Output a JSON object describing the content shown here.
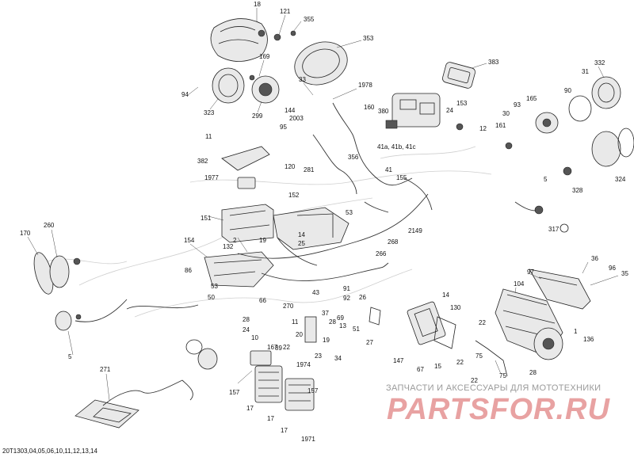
{
  "diagram": {
    "reference_code": "20T1303,04,05,06,10,11,12,13,14",
    "callouts": [
      "18",
      "121",
      "355",
      "353",
      "169",
      "383",
      "332",
      "94",
      "323",
      "299",
      "33",
      "1978",
      "31",
      "144",
      "2003",
      "380",
      "165",
      "90",
      "24",
      "153",
      "30",
      "93",
      "95",
      "160",
      "12",
      "161",
      "11",
      "41a, 41b, 41c",
      "5",
      "281",
      "356",
      "382",
      "120",
      "1977",
      "41",
      "155",
      "152",
      "53",
      "328",
      "324",
      "151",
      "260",
      "170",
      "2",
      "19",
      "14",
      "25",
      "154",
      "132",
      "2149",
      "268",
      "317",
      "86",
      "266",
      "53",
      "50",
      "66",
      "270",
      "43",
      "36",
      "91",
      "92",
      "96",
      "35",
      "97",
      "104",
      "26",
      "69",
      "37",
      "28",
      "5",
      "24",
      "10",
      "89",
      "167",
      "28",
      "11",
      "20",
      "13",
      "22",
      "19",
      "23",
      "34",
      "1974",
      "14",
      "130",
      "147",
      "67",
      "15",
      "22",
      "22",
      "75",
      "51",
      "27",
      "1",
      "136",
      "271",
      "157",
      "17",
      "17",
      "157",
      "17",
      "1971",
      "75",
      "22",
      "28"
    ]
  },
  "watermark": {
    "tagline": "ЗАПЧАСТИ И АКСЕССУАРЫ ДЛЯ МОТОТЕХНИКИ",
    "logo": "PARTSFOR.RU"
  },
  "icons": [
    "electrical-parts-diagram"
  ]
}
